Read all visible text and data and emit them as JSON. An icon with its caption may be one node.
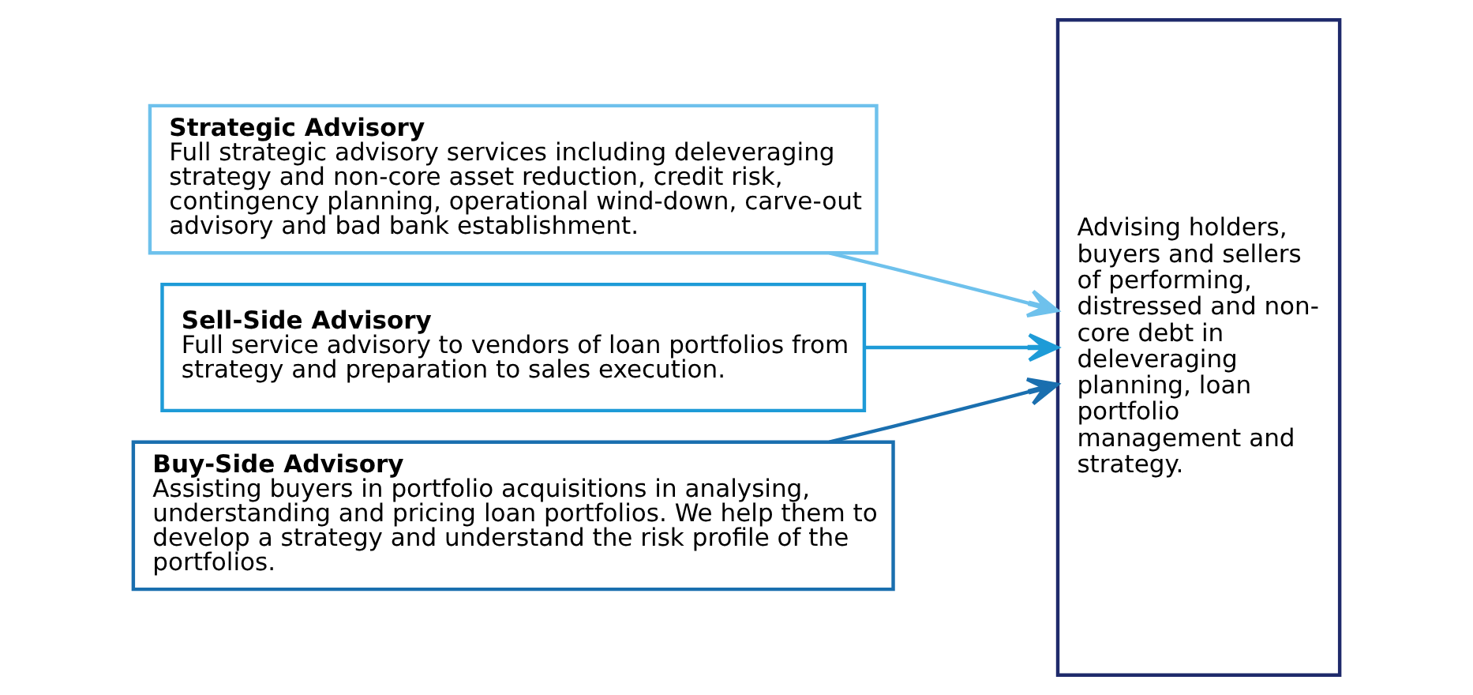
{
  "diagram": {
    "nodes": [
      {
        "text": [
          "Strategic Advisory",
          "Full strategic advisory services including deleveraging strategy and non-core asset reduction, credit risk, contingency planning, operational wind-down, carve-out advisory and bad bank establishment."
        ]
      },
      {
        "text": [
          "Sell-Side Advisory",
          "Full service advisory to vendors of loan portfolios from strategy and preparation to sales execution."
        ]
      },
      {
        "text": [
          "Buy-Side Advisory",
          "Assisting buyers in portfolio acquisitions in analysing, understanding and pricing loan portfolios. We help them to develop a strategy and understand the risk profile of the portfolios."
        ]
      },
      {
        "text": [
          "Advising holders, buyers and sellers of performing, distressed and non-core debt in deleveraging planning, loan portfolio management and strategy."
        ]
      }
    ],
    "edges": [
      {
        "from": 0,
        "to": 3,
        "arrow": "to",
        "color": "#6ec1ec"
      },
      {
        "from": 1,
        "to": 3,
        "arrow": "to",
        "color": "#1e9bd7"
      },
      {
        "from": 2,
        "to": 3,
        "arrow": "to",
        "color": "#1a6faf"
      }
    ]
  }
}
